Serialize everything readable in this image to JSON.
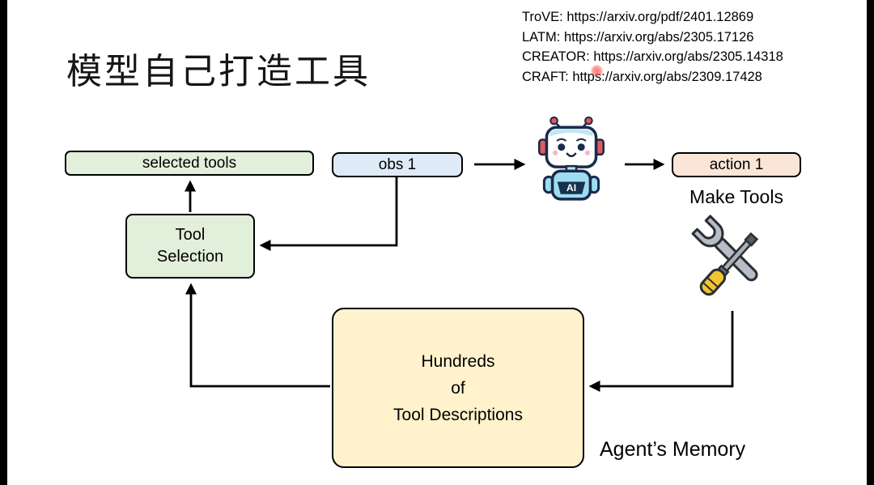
{
  "slide": {
    "title": "模型自己打造工具",
    "references": [
      "TroVE: https://arxiv.org/pdf/2401.12869",
      "LATM: https://arxiv.org/abs/2305.17126",
      "CREATOR: https://arxiv.org/abs/2305.14318",
      "CRAFT: https://arxiv.org/abs/2309.17428"
    ]
  },
  "diagram": {
    "selected_tools_label": "selected tools",
    "obs_label": "obs 1",
    "action_label": "action 1",
    "make_tools_label": "Make Tools",
    "tool_selection_label": "Tool\nSelection",
    "memory_box_label": "Hundreds\nof\nTool Descriptions",
    "agents_memory_label": "Agent’s Memory",
    "robot_label": "AI"
  },
  "colors": {
    "box_green": "#E2EFDA",
    "box_blue": "#DEEBF7",
    "box_orange": "#FBE5D6",
    "box_yellow": "#FFF2CC",
    "border": "#000000",
    "antenna_red": "#E05B5B",
    "robot_blue": "#9FDCF2",
    "handle_yellow": "#F4C431",
    "metal_gray": "#B7BDC6"
  }
}
